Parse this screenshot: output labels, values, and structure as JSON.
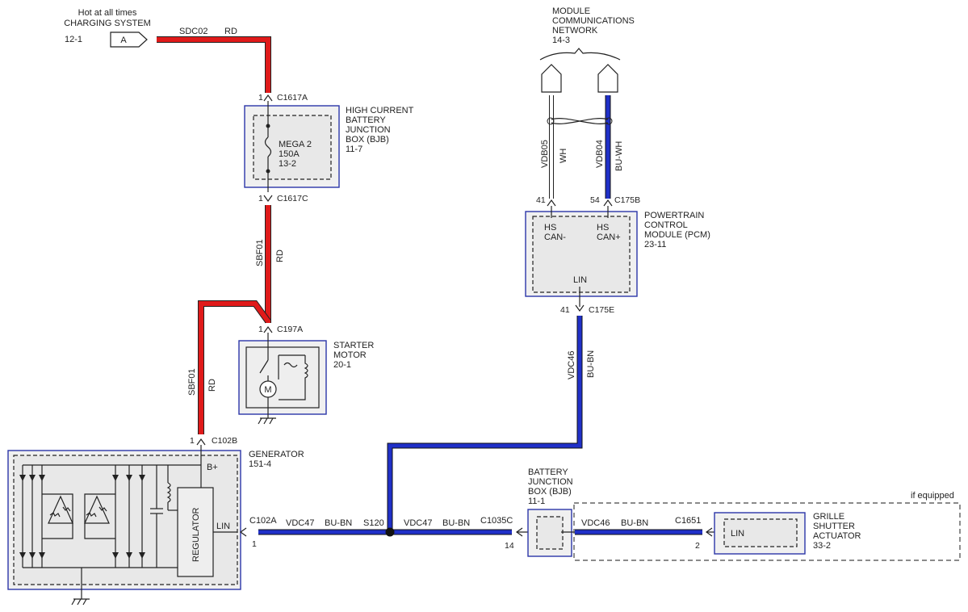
{
  "top_connector": {
    "line1": "Hot at all times",
    "line2": "CHARGING SYSTEM",
    "ref": "12-1",
    "letter": "A"
  },
  "wires": {
    "sdc02": {
      "circuit": "SDC02",
      "color": "RD"
    },
    "sbf01_upper": {
      "circuit": "SBF01",
      "color": "RD"
    },
    "sbf01_lower": {
      "circuit": "SBF01",
      "color": "RD"
    },
    "vdb05": {
      "circuit": "VDB05",
      "color": "WH"
    },
    "vdb04": {
      "circuit": "VDB04",
      "color": "BU-WH"
    },
    "vdc46_pcm": {
      "circuit": "VDC46",
      "color": "BU-BN"
    },
    "vdc47_left": {
      "circuit": "VDC47",
      "color": "BU-BN"
    },
    "vdc47_right": {
      "circuit": "VDC47",
      "color": "BU-BN"
    },
    "vdc46_grille": {
      "circuit": "VDC46",
      "color": "BU-BN"
    }
  },
  "bjb_high": {
    "lines": [
      "HIGH CURRENT",
      "BATTERY",
      "JUNCTION",
      "BOX (BJB)",
      "11-7"
    ],
    "fuse": [
      "MEGA 2",
      "150A",
      "13-2"
    ],
    "conn_top": {
      "pin": "1",
      "name": "C1617A"
    },
    "conn_bottom": {
      "pin": "1",
      "name": "C1617C"
    }
  },
  "network": {
    "lines": [
      "MODULE",
      "COMMUNICATIONS",
      "NETWORK",
      "14-3"
    ]
  },
  "pcm": {
    "lines": [
      "POWERTRAIN",
      "CONTROL",
      "MODULE (PCM)",
      "23-11"
    ],
    "pin_can_minus": "41",
    "pin_can_plus": "54",
    "conn_top": "C175B",
    "can_minus": [
      "HS",
      "CAN-"
    ],
    "can_plus": [
      "HS",
      "CAN+"
    ],
    "lin": "LIN",
    "conn_bottom": {
      "pin": "41",
      "name": "C175E"
    }
  },
  "starter": {
    "lines": [
      "STARTER",
      "MOTOR",
      "20-1"
    ],
    "conn": {
      "pin": "1",
      "name": "C197A"
    },
    "motor_symbol": "M"
  },
  "generator": {
    "lines": [
      "GENERATOR",
      "151-4"
    ],
    "conn_top": {
      "pin": "1",
      "name": "C102B"
    },
    "bplus": "B+",
    "regulator": "REGULATOR",
    "lin": "LIN",
    "conn_lin": {
      "pin": "1",
      "name": "C102A"
    }
  },
  "splice": {
    "name": "S120"
  },
  "bjb": {
    "lines": [
      "BATTERY",
      "JUNCTION",
      "BOX (BJB)",
      "11-1"
    ],
    "conn": {
      "pin": "14",
      "name": "C1035C"
    }
  },
  "grille": {
    "lines": [
      "GRILLE",
      "SHUTTER",
      "ACTUATOR",
      "33-2"
    ],
    "lin": "LIN",
    "conn": {
      "pin": "2",
      "name": "C1651"
    },
    "note": "if equipped"
  },
  "colors": {
    "power": "#e01a1a",
    "data": "#2030c8",
    "box_border": "#2b35a8"
  }
}
